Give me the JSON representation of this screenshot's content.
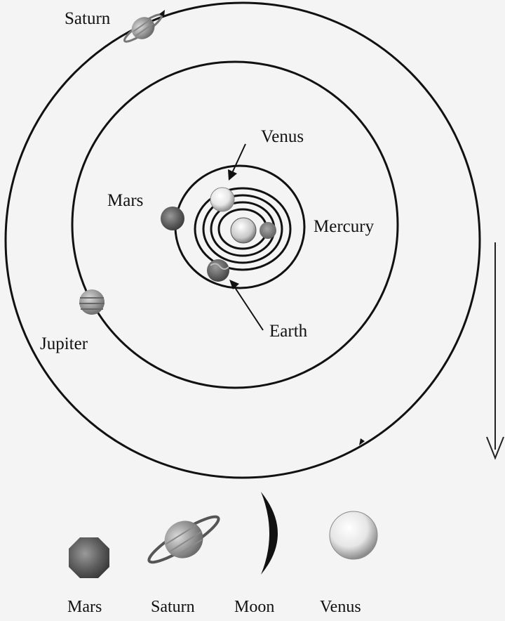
{
  "diagram": {
    "labels": {
      "saturn": "Saturn",
      "venus": "Venus",
      "mars": "Mars",
      "mercury": "Mercury",
      "jupiter": "Jupiter",
      "earth": "Earth"
    },
    "legend": [
      {
        "name": "Mars"
      },
      {
        "name": "Saturn"
      },
      {
        "name": "Moon"
      },
      {
        "name": "Venus"
      }
    ]
  }
}
